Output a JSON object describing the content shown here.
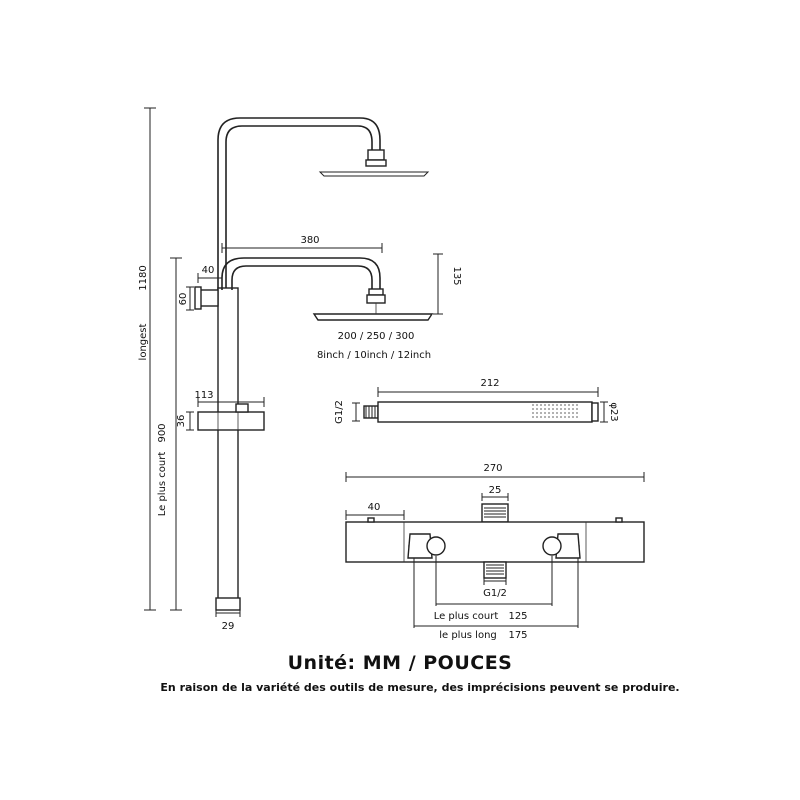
{
  "column": {
    "total_height_label": "longest",
    "total_height_value": "1180",
    "slide_height_label": "Le plus court",
    "slide_height_value": "900",
    "arm_length": "380",
    "bracket_offset": "40",
    "bracket_height": "60",
    "arm_drop": "135",
    "head_sizes_mm": "200 / 250 / 300",
    "head_sizes_inch": "8inch / 10inch / 12inch",
    "shelf_width": "113",
    "shelf_height": "36",
    "pipe_diameter": "29"
  },
  "hand_shower": {
    "length": "212",
    "thread": "G1/2",
    "diameter": "φ23"
  },
  "mixer": {
    "total_width": "270",
    "end_cap": "40",
    "top_outlet": "25",
    "bottom_thread": "G1/2",
    "short_spacing_label": "Le plus court",
    "short_spacing_value": "125",
    "long_spacing_label": "le plus long",
    "long_spacing_value": "175"
  },
  "footer": {
    "unit_title": "Unité: MM / POUCES",
    "disclaimer": "En raison de la variété des outils de mesure, des imprécisions peuvent se produire."
  }
}
